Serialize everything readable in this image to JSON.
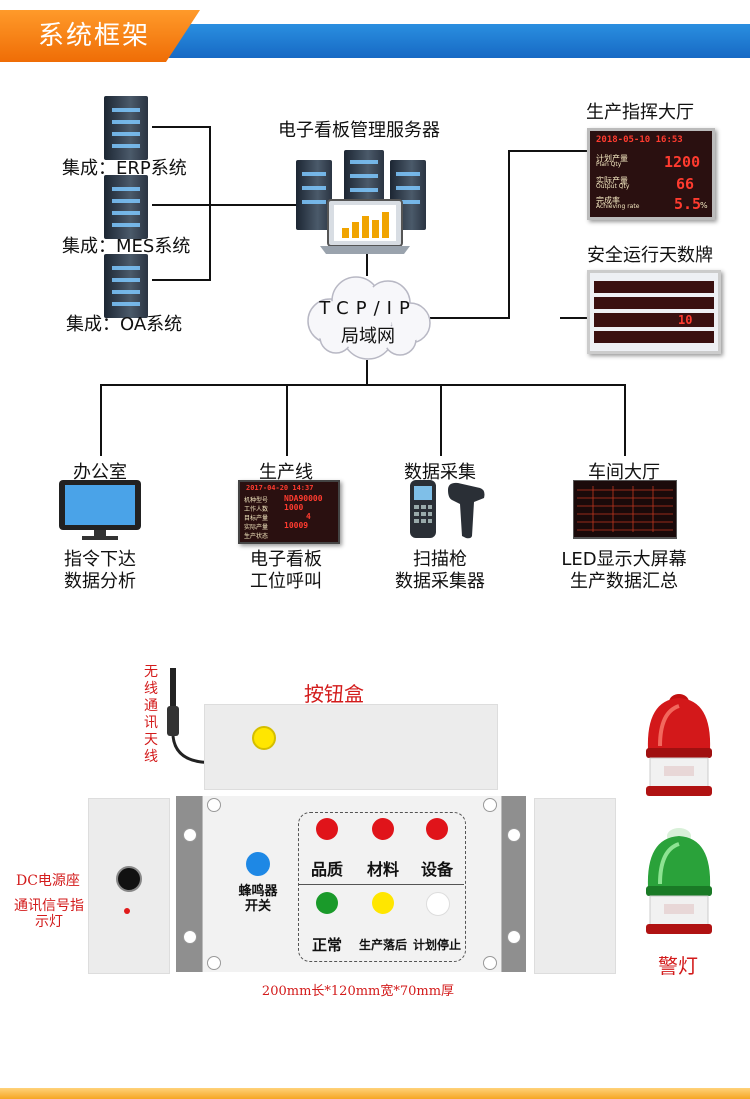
{
  "header": {
    "title": "系统框架"
  },
  "systems": [
    "集成：ERP系统",
    "集成：MES系统",
    "集成：OA系统"
  ],
  "server": {
    "label": "电子看板管理服务器"
  },
  "network": {
    "line1": "TCP/IP",
    "line2": "局域网"
  },
  "right_boards": {
    "command_hall": {
      "label": "生产指挥大厅",
      "time": "2018-05-10 16:53",
      "rows": [
        {
          "cn": "计划产量",
          "en": "Plan Qty",
          "value": "1200"
        },
        {
          "cn": "实际产量",
          "en": "Output Qty",
          "value": "66"
        },
        {
          "cn": "完成率",
          "en": "Achieving rate",
          "value": "5.5",
          "unit": "%"
        }
      ]
    },
    "safety": {
      "label": "安全运行天数牌",
      "display_value": "10"
    }
  },
  "nodes": [
    {
      "title": "办公室",
      "desc1": "指令下达",
      "desc2": "数据分析"
    },
    {
      "title": "生产线",
      "desc1": "电子看板",
      "desc2": "工位呼叫"
    },
    {
      "title": "数据采集",
      "desc1": "扫描枪",
      "desc2": "数据采集器"
    },
    {
      "title": "车间大厅",
      "desc1": "LED显示大屏幕",
      "desc2": "生产数据汇总"
    }
  ],
  "line_board": {
    "time": "2017-04-20 14:37",
    "rows": [
      {
        "label": "机种型号",
        "value": "NDA90000"
      },
      {
        "label": "工作人数",
        "value": "1000"
      },
      {
        "label": "目标产量",
        "value": "4"
      },
      {
        "label": "实际产量",
        "value": "10009"
      },
      {
        "label": "生产状态",
        "value": ""
      }
    ]
  },
  "button_box": {
    "title": "按钮盒",
    "antenna_label": "无线通讯天线",
    "dc_label": "DC电源座",
    "signal_label": "通讯信号指示灯",
    "buzzer_label": "蜂鸣器开关",
    "buttons_top": [
      "品质",
      "材料",
      "设备"
    ],
    "buttons_bottom": [
      "正常",
      "生产落后",
      "计划停止"
    ],
    "dimensions": "200mm长*120mm宽*70mm厚",
    "colors": {
      "red": "#e0141a",
      "green": "#1a9a2a",
      "yellow": "#ffe600",
      "white": "#ffffff",
      "blue": "#1e88e5"
    }
  },
  "alarm": {
    "label": "警灯"
  }
}
